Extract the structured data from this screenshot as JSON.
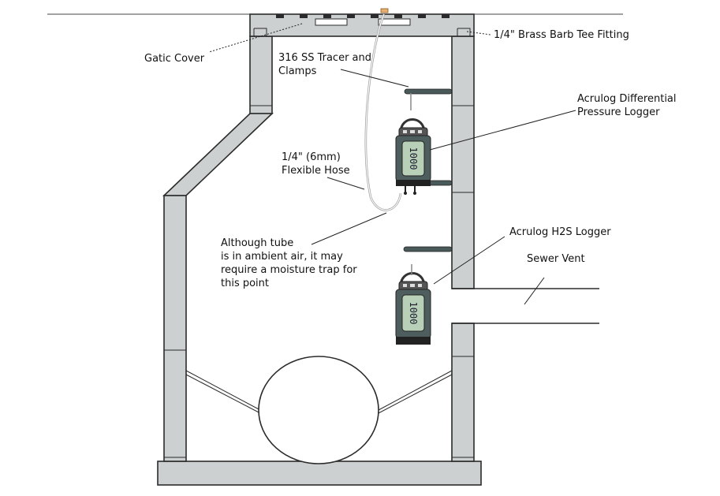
{
  "labels": {
    "brass_fitting": "1/4\" Brass Barb Tee Fitting",
    "gatic_cover": "Gatic Cover",
    "tracer_clamps": "316 SS Tracer and\nClamps",
    "differential_logger": "Acrulog Differential\nPressure Logger",
    "flexible_hose": "1/4\" (6mm)\nFlexible Hose",
    "moisture_note": "Although tube\nis in ambient air, it may\nrequire a moisture trap for\nthis point",
    "h2s_logger": "Acrulog H2S Logger",
    "sewer_vent": "Sewer Vent"
  },
  "logger_displays": {
    "differential": "1000",
    "h2s": "1000"
  }
}
